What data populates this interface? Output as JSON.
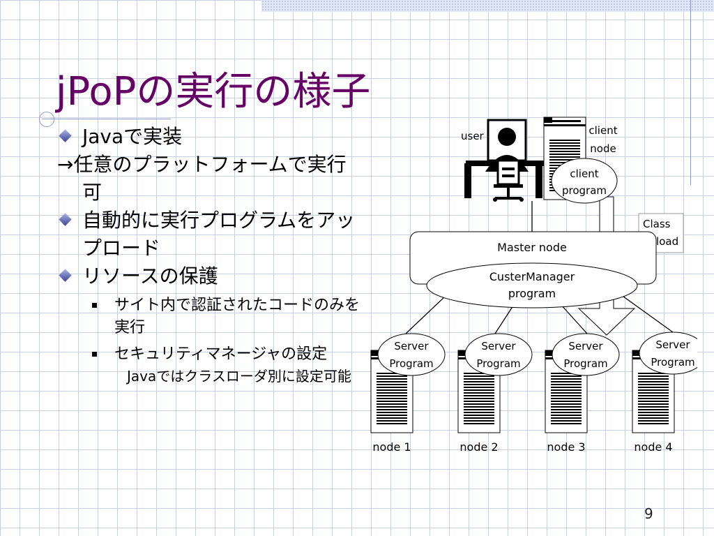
{
  "slide": {
    "title": "jPoPの実行の様子",
    "page_number": "9",
    "bullets": [
      {
        "level": 1,
        "text": "Javaで実装"
      },
      {
        "level": 0,
        "text": "→任意のプラットフォームで実行可"
      },
      {
        "level": 1,
        "text": "自動的に実行プログラムをアップロード"
      },
      {
        "level": 1,
        "text": "リソースの保護"
      },
      {
        "level": 2,
        "text": "サイト内で認証されたコードのみを実行"
      },
      {
        "level": 2,
        "text": "セキュリティマネージャの設定"
      },
      {
        "level": 3,
        "text": "Javaではクラスローダ別に設定可能"
      }
    ]
  },
  "diagram": {
    "user_label": "user",
    "client_node_label": [
      "client",
      "node"
    ],
    "client_program_label": [
      "client",
      "program"
    ],
    "class_upload_label": [
      "Class",
      "upload"
    ],
    "master_node_label": "Master node",
    "manager_program_label": [
      "CusterManager",
      "program"
    ],
    "server_program_label": [
      "Server",
      "Program"
    ],
    "nodes": [
      "node 1",
      "node 2",
      "node 3",
      "node 4"
    ]
  }
}
